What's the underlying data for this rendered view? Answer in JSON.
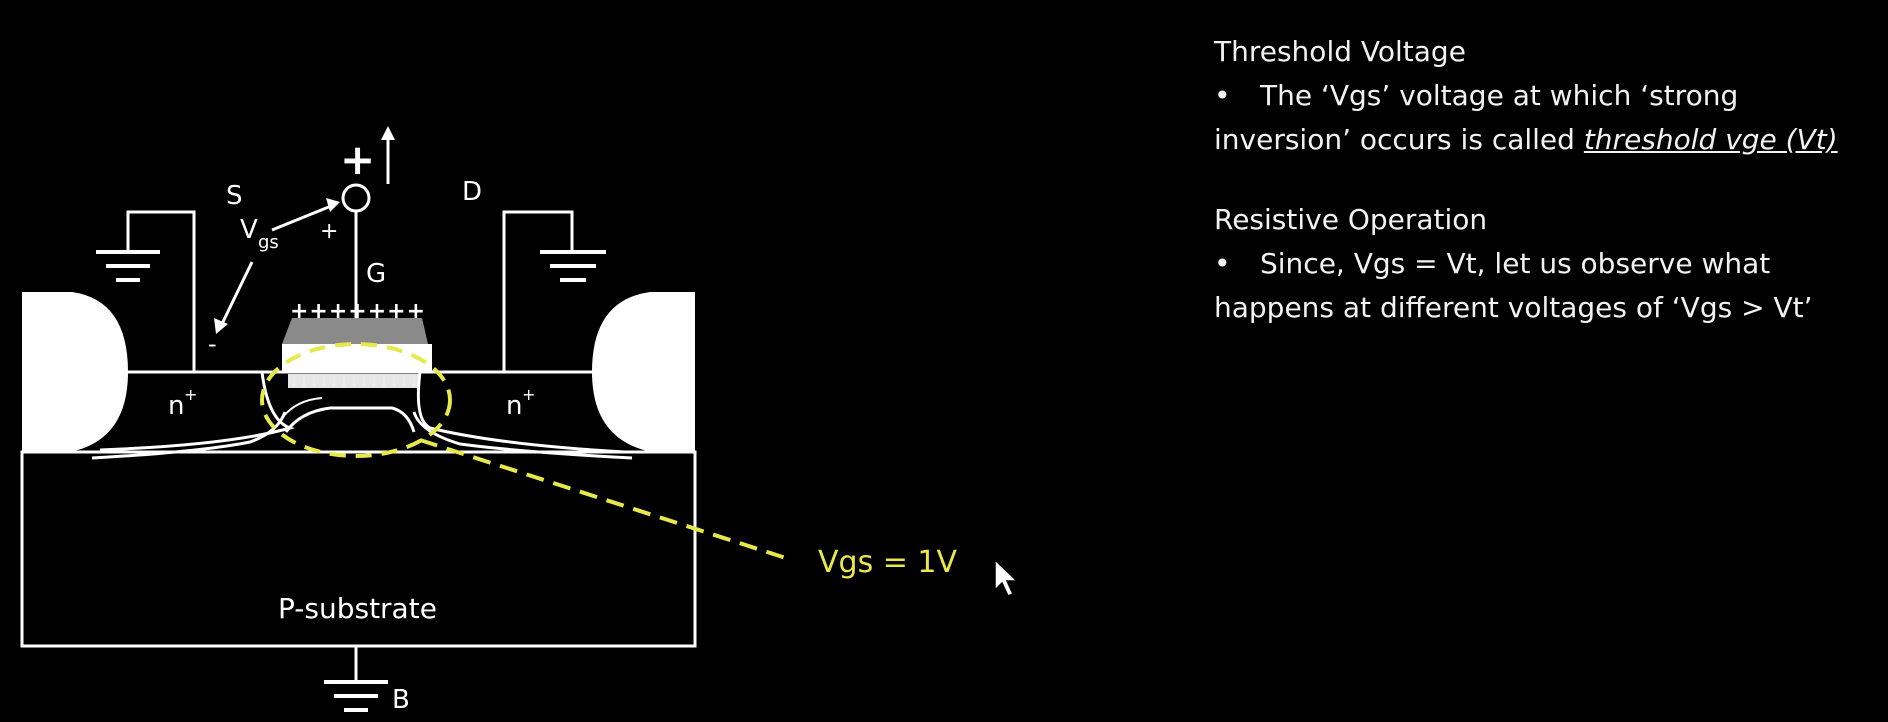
{
  "diagram": {
    "source_label": "S",
    "drain_label": "D",
    "gate_label": "G",
    "body_label": "B",
    "vgs_label_main": "V",
    "vgs_label_sub": "gs",
    "plus_small": "+",
    "minus_small": "-",
    "gate_plus_big": "+",
    "gate_arrow": "↑",
    "gate_charges": "+++++++",
    "n_left_base": "n",
    "n_left_sup": "+",
    "n_right_base": "n",
    "n_right_sup": "+",
    "substrate_label": "P-substrate",
    "callout_label": "Vgs = 1V",
    "callout_color": "#e8e84a"
  },
  "notes": {
    "section1_title": "Threshold Voltage",
    "bullet_char": "•",
    "section1_line1": "The ‘Vgs’ voltage at which ‘strong",
    "section1_line2_prefix": "inversion’ occurs is called ",
    "section1_line2_emphasis": "threshold vge (Vt)",
    "section2_title": "Resistive Operation",
    "section2_line1": "Since, Vgs = Vt, let us observe what",
    "section2_line2": "happens at different voltages of ‘Vgs > Vt’"
  }
}
